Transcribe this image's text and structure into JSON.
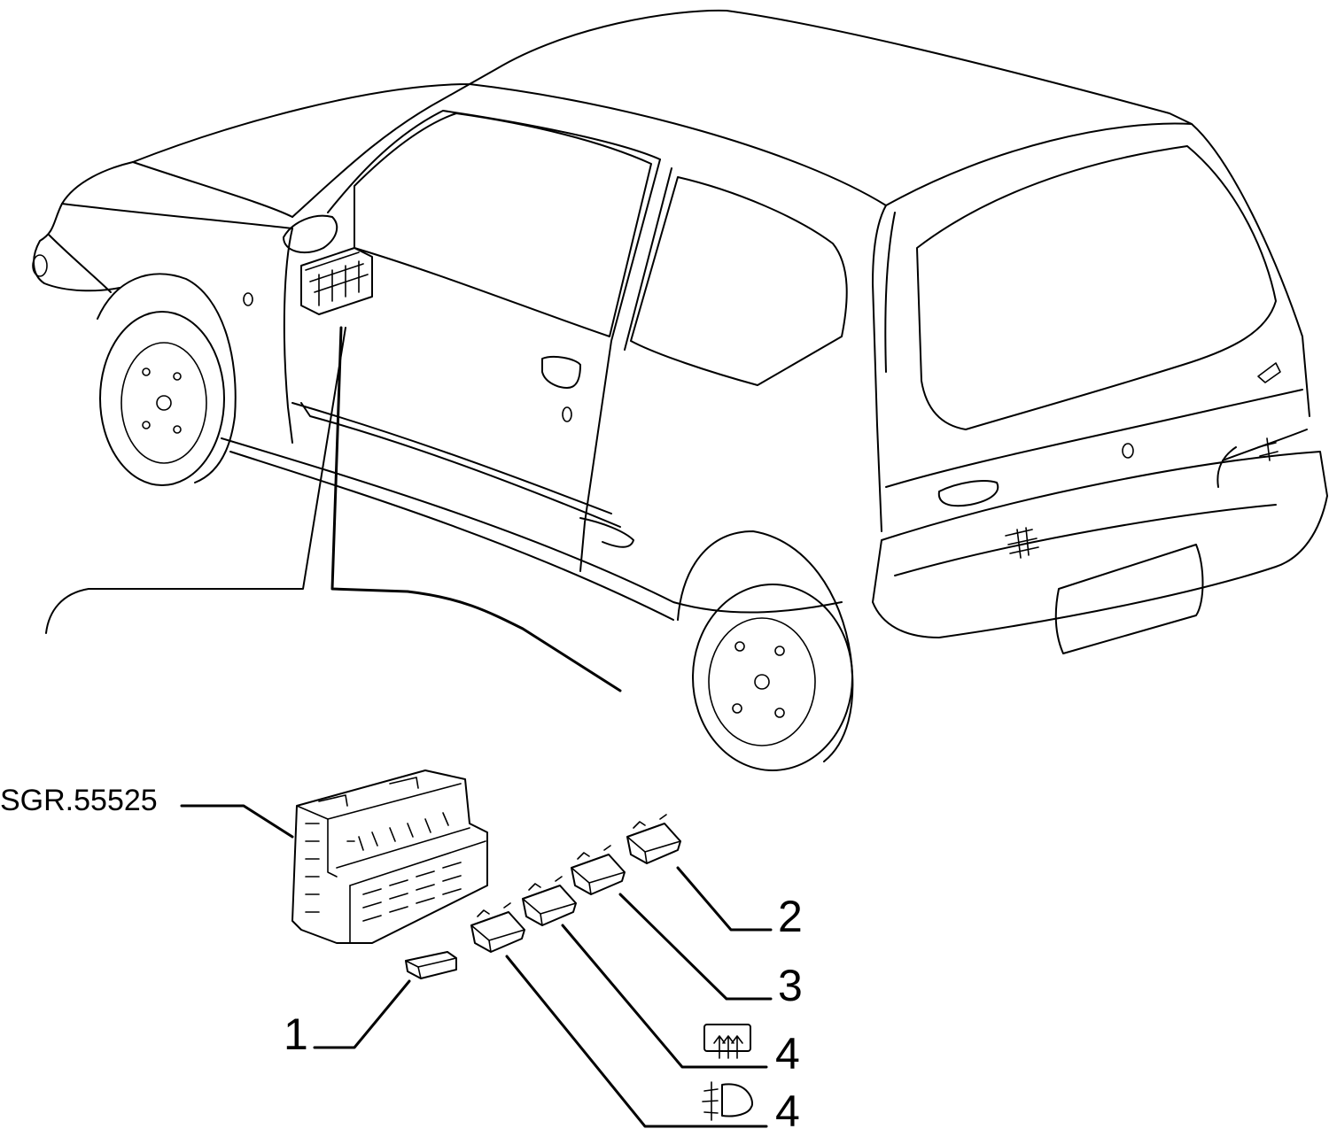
{
  "diagram": {
    "code_label": "SGR.55525",
    "callouts": [
      {
        "id": "1",
        "label": "1"
      },
      {
        "id": "2",
        "label": "2"
      },
      {
        "id": "3",
        "label": "3"
      },
      {
        "id": "4a",
        "label": "4",
        "symbol": "rear-defrost-icon"
      },
      {
        "id": "4b",
        "label": "4",
        "symbol": "fog-light-icon"
      }
    ]
  }
}
